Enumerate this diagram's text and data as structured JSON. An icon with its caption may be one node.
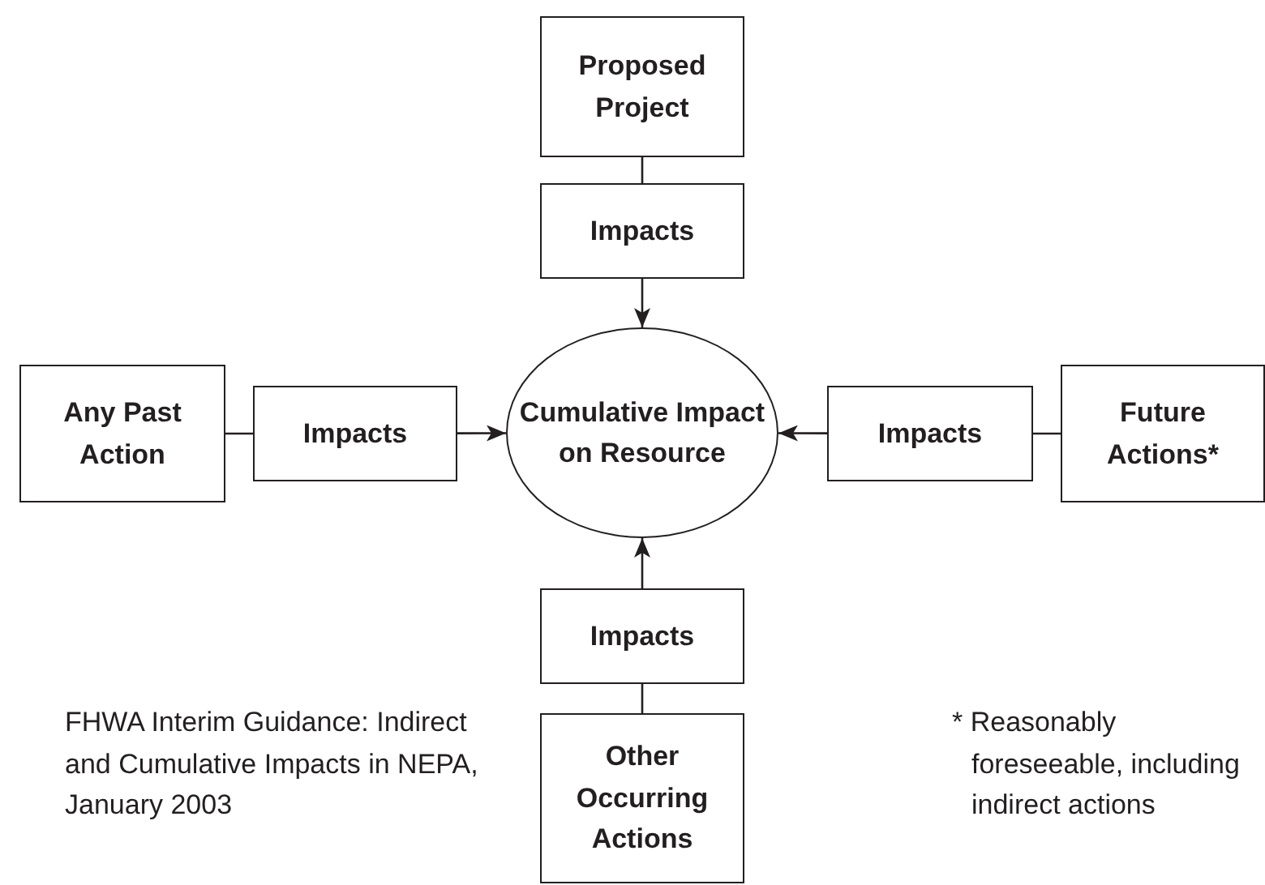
{
  "diagram": {
    "nodes": [
      {
        "text": [
          "Proposed Project"
        ]
      },
      {
        "text": [
          "Impacts"
        ]
      },
      {
        "text": [
          "Any Past Action"
        ]
      },
      {
        "text": [
          "Impacts"
        ]
      },
      {
        "text": [
          "Cumulative Impact on Resource"
        ]
      },
      {
        "text": [
          "Impacts"
        ]
      },
      {
        "text": [
          "Future Actions*"
        ]
      },
      {
        "text": [
          "Impacts"
        ]
      },
      {
        "text": [
          "Other Occurring Actions"
        ]
      }
    ],
    "edges": [
      {
        "from": 0,
        "to": 1,
        "arrow": "none"
      },
      {
        "from": 1,
        "to": 4,
        "arrow": "to"
      },
      {
        "from": 2,
        "to": 3,
        "arrow": "none"
      },
      {
        "from": 3,
        "to": 4,
        "arrow": "to"
      },
      {
        "from": 6,
        "to": 5,
        "arrow": "none"
      },
      {
        "from": 5,
        "to": 4,
        "arrow": "to"
      },
      {
        "from": 8,
        "to": 7,
        "arrow": "none"
      },
      {
        "from": 7,
        "to": 4,
        "arrow": "to"
      }
    ],
    "labels": [
      "FHWA Interim Guidance: Indirect and Cumulative Impacts in NEPA, January 2003",
      "* Reasonably foreseeable, including indirect actions"
    ]
  }
}
